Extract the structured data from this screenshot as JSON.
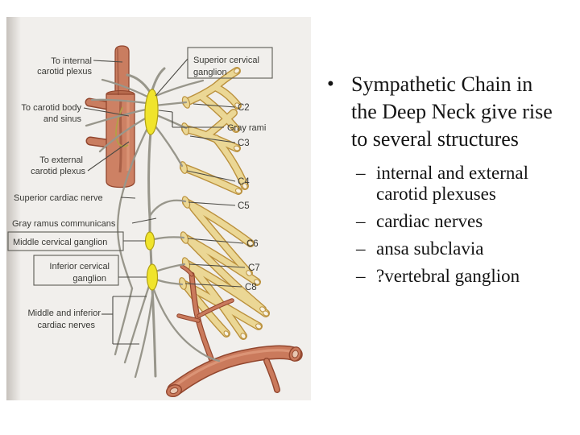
{
  "content": {
    "bullet": {
      "marker": "•",
      "text": "Sympathetic Chain in the Deep Neck give rise to several structures"
    },
    "sub_bullets": [
      {
        "marker": "–",
        "text": "internal and external carotid plexuses"
      },
      {
        "marker": "–",
        "text": "cardiac nerves"
      },
      {
        "marker": "–",
        "text": "ansa subclavia"
      },
      {
        "marker": "–",
        "text": "?vertebral ganglion"
      }
    ]
  },
  "diagram": {
    "labels": {
      "to_internal_1": "To internal",
      "to_internal_2": "carotid plexus",
      "to_carotid_body_1": "To carotid body",
      "to_carotid_body_2": "and sinus",
      "to_external_1": "To external",
      "to_external_2": "carotid plexus",
      "superior_cardiac_nerve": "Superior cardiac nerve",
      "gray_ramus_communicans": "Gray ramus communicans",
      "middle_cervical_ganglion": "Middle cervical ganglion",
      "inferior_cervical_1": "Inferior cervical",
      "inferior_cervical_2": "ganglion",
      "mid_inf_cardiac_1": "Middle and inferior",
      "mid_inf_cardiac_2": "cardiac nerves",
      "superior_cervical_1": "Superior cervical",
      "superior_cervical_2": "ganglion",
      "gray_rami": "Gray rami",
      "c2": "C2",
      "c3": "C3",
      "c4": "C4",
      "c5": "C5",
      "c6": "C6",
      "c7": "C7",
      "c8": "C8"
    },
    "colors": {
      "figure_background": "#f1efec",
      "artery_fill": "#c97d60",
      "artery_outline": "#92462e",
      "nerve_root_fill": "#ebd795",
      "nerve_root_outline": "#bb913d",
      "ganglion_fill": "#f0e42c",
      "ganglion_outline": "#b1a013",
      "sympathetic_fiber": "#98968b",
      "label_text": "#393935"
    }
  }
}
